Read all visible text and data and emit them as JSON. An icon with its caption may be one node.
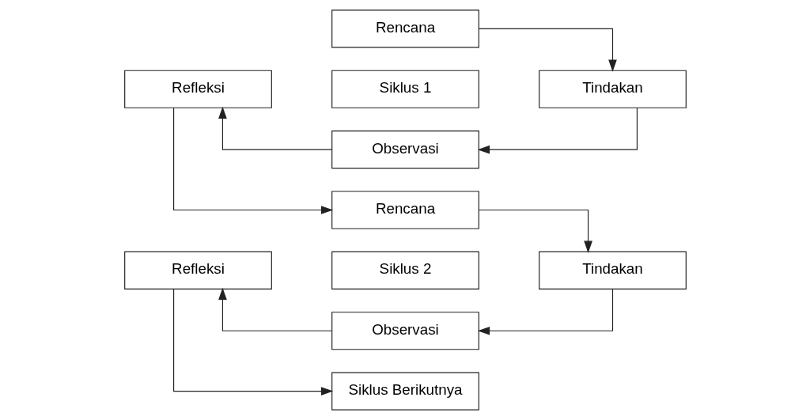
{
  "diagram": {
    "nodes": [
      {
        "text": [
          "Rencana"
        ]
      },
      {
        "text": [
          "Refleksi"
        ]
      },
      {
        "text": [
          "Siklus 1"
        ]
      },
      {
        "text": [
          "Tindakan"
        ]
      },
      {
        "text": [
          "Observasi"
        ]
      },
      {
        "text": [
          "Rencana"
        ]
      },
      {
        "text": [
          "Refleksi"
        ]
      },
      {
        "text": [
          "Siklus 2"
        ]
      },
      {
        "text": [
          "Tindakan"
        ]
      },
      {
        "text": [
          "Observasi"
        ]
      },
      {
        "text": [
          "Siklus Berikutnya"
        ]
      }
    ],
    "edges": [
      {
        "from": 0,
        "to": 3,
        "arrow": "to"
      },
      {
        "from": 3,
        "to": 4,
        "arrow": "to"
      },
      {
        "from": 4,
        "to": 1,
        "arrow": "to"
      },
      {
        "from": 1,
        "to": 5,
        "arrow": "to"
      },
      {
        "from": 5,
        "to": 8,
        "arrow": "to"
      },
      {
        "from": 8,
        "to": 9,
        "arrow": "to"
      },
      {
        "from": 9,
        "to": 6,
        "arrow": "to"
      },
      {
        "from": 6,
        "to": 10,
        "arrow": "to"
      }
    ]
  }
}
